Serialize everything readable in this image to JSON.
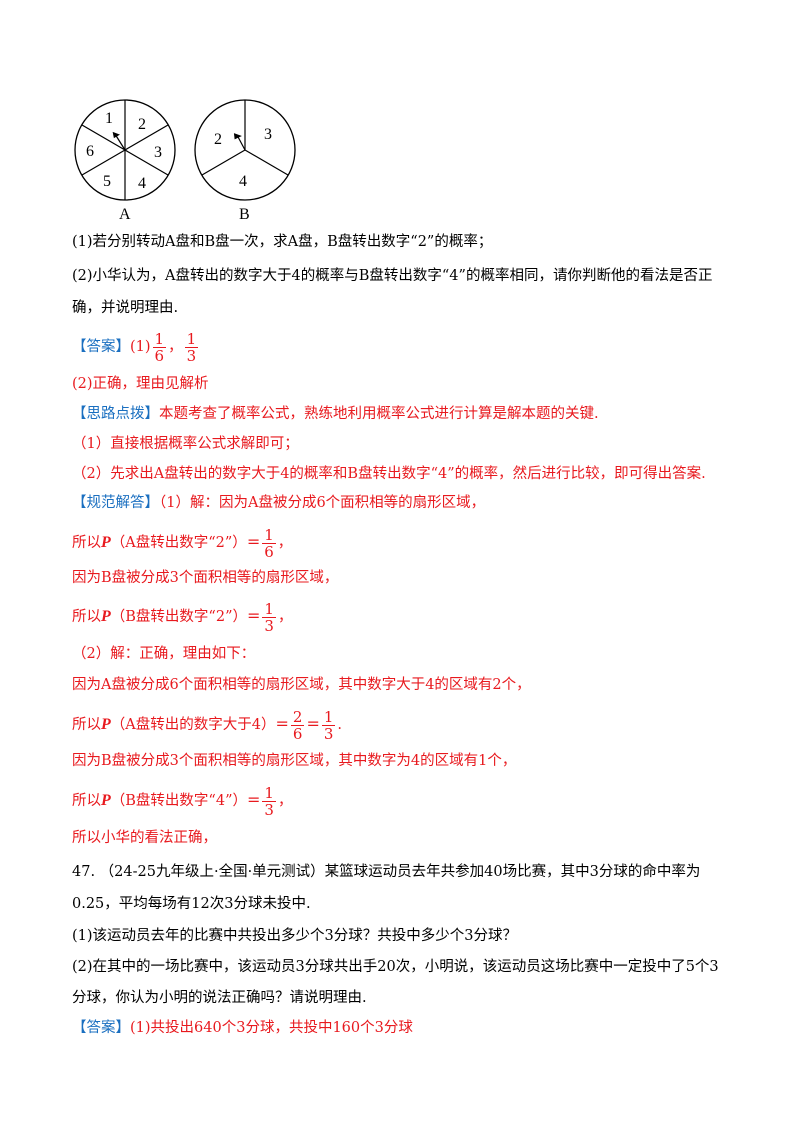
{
  "spinners": {
    "A": {
      "label": "A",
      "sectors": [
        "1",
        "2",
        "3",
        "4",
        "5",
        "6"
      ]
    },
    "B": {
      "label": "B",
      "sectors": [
        "2",
        "3",
        "4"
      ]
    }
  },
  "q46": {
    "p1": "(1)若分别转动A盘和B盘一次，求A盘，B盘转出数字“2”的概率；",
    "p2a": "(2)小华认为，A盘转出的数字大于4的概率与B盘转出数字“4”的概率相同，请你判断他的看法是否正",
    "p2b": "确，并说明理由.",
    "answer_tag": "【答案】",
    "answer_prefix": "(1)",
    "answer_sep": "，",
    "answer2": "(2)正确，理由见解析",
    "hint_tag": "【思路点拨】",
    "hint_text": "本题考查了概率公式，熟练地利用概率公式进行计算是解本题的关键.",
    "hint1": "（1）直接根据概率公式求解即可；",
    "hint2": "（2）先求出A盘转出的数字大于4的概率和B盘转出数字“4”的概率，然后进行比较，即可得出答案.",
    "sol_tag": "【规范解答】",
    "sol1": "（1）解：因为A盘被分成6个面积相等的扇形区域，",
    "so_p": "所以",
    "P": "P",
    "eqs": "=",
    "sol_a_paren": "（A盘转出数字“2”）",
    "comma": "，",
    "sol2": "因为B盘被分成3个面积相等的扇形区域，",
    "sol_b_paren": "（B盘转出数字“2”）",
    "sol3": "（2）解：正确，理由如下：",
    "sol4": "因为A盘被分成6个面积相等的扇形区域，其中数字大于4的区域有2个，",
    "sol_a4_paren": "（A盘转出的数字大于4）",
    "period": ".",
    "sol5": "因为B盘被分成3个面积相等的扇形区域，其中数字为4的区域有1个，",
    "sol_b4_paren": "（B盘转出数字“4”）",
    "sol6": "所以小华的看法正确，"
  },
  "fractions": {
    "one": "1",
    "two": "2",
    "three": "3",
    "six": "6"
  },
  "q47": {
    "l1": "47. （24-25九年级上·全国·单元测试）某篮球运动员去年共参加40场比赛，其中3分球的命中率为",
    "l2": "0.25，平均每场有12次3分球未投中.",
    "l3": "(1)该运动员去年的比赛中共投出多少个3分球？共投中多少个3分球？",
    "l4": "(2)在其中的一场比赛中，该运动员3分球共出手20次，小明说，该运动员这场比赛中一定投中了5个3",
    "l5": "分球，你认为小明的说法正确吗？请说明理由.",
    "answer_tag": "【答案】",
    "answer": "(1)共投出640个3分球，共投中160个3分球"
  },
  "colors": {
    "red": "#e8191e",
    "blue": "#1a6fc0"
  }
}
